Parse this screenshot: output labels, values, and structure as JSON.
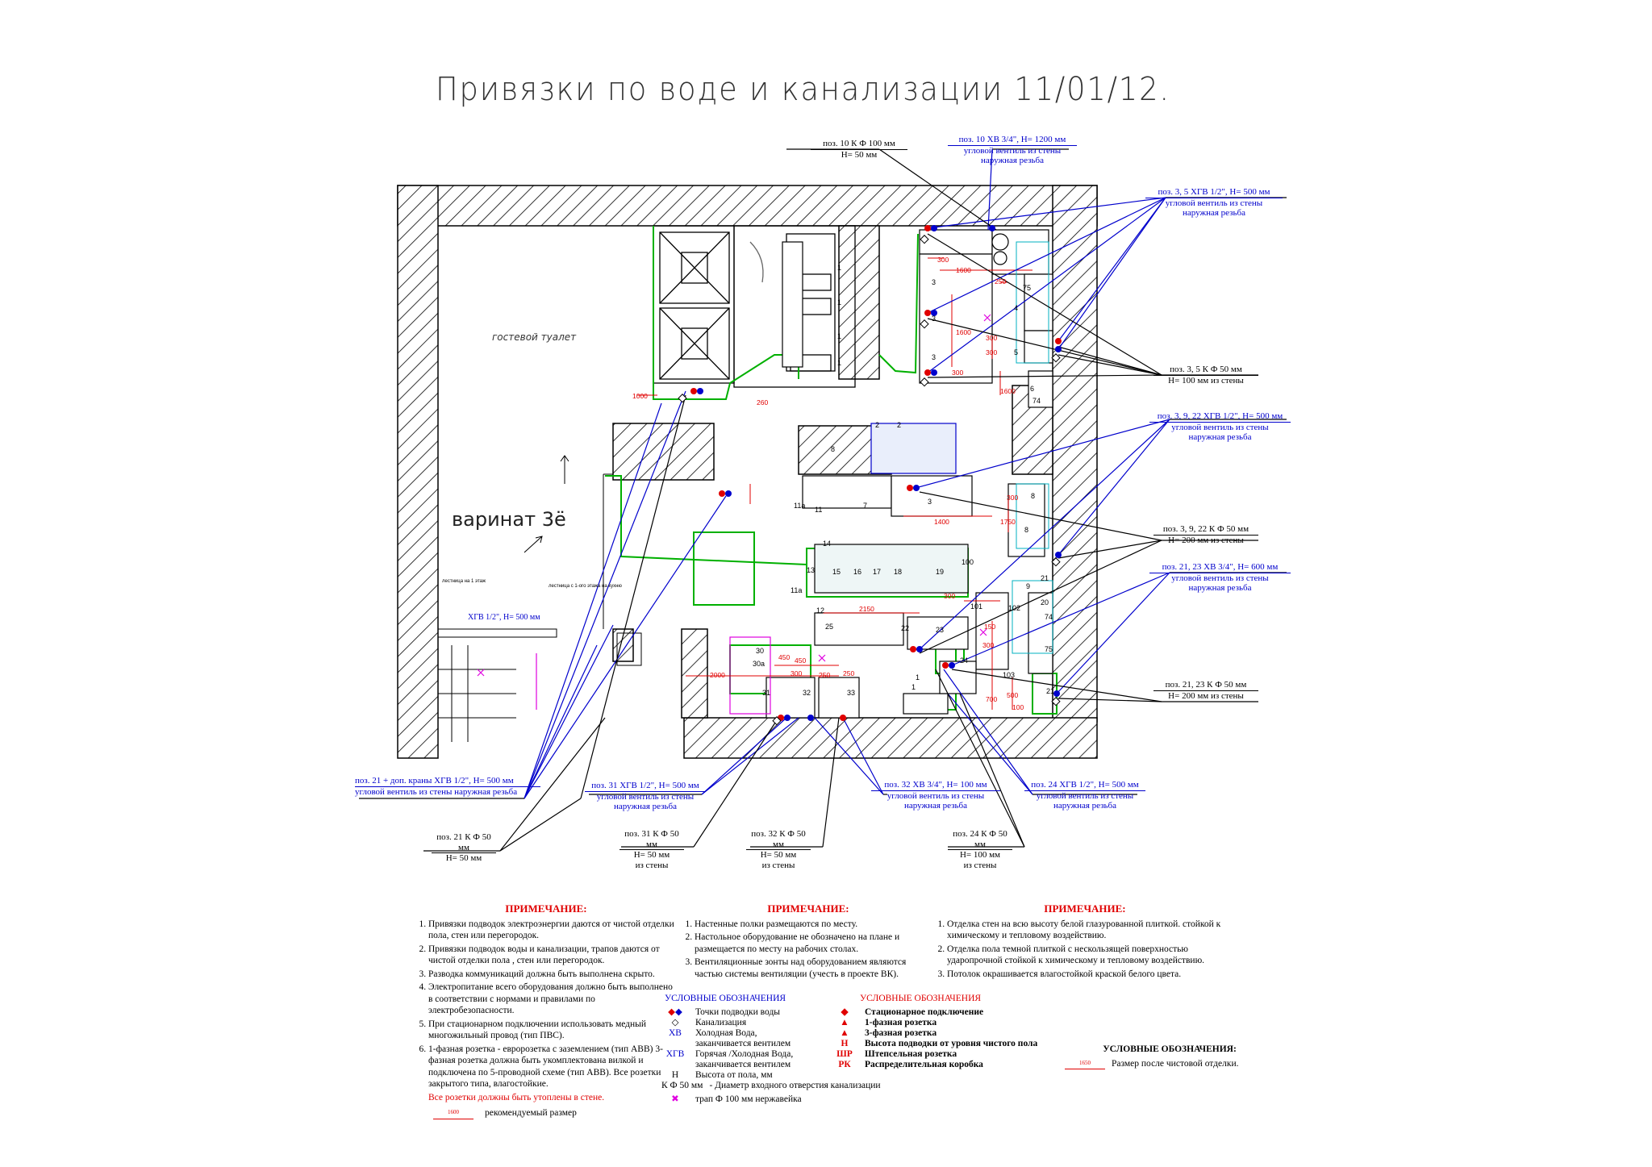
{
  "title": "Привязки по воде и канализации 11/01/12.",
  "rooms": {
    "guest_toilet": "гостевой туалет",
    "variant": "варинат 3ё",
    "stair_note_1": "лестница на 1 этаж",
    "stair_note_2": "лестница с 1-ого этажа на кухню",
    "hgv_wall": "ХГВ 1/2\", Н= 500 мм"
  },
  "callouts": {
    "c1": [
      "поз. 10 К Ф 100 мм",
      "Н= 50 мм"
    ],
    "c2": [
      "поз. 10 ХВ 3/4\", Н= 1200 мм",
      "угловой вентиль из стены",
      "наружная резьба"
    ],
    "c3": [
      "поз. 3, 5 ХГВ 1/2\", Н= 500 мм",
      "угловой вентиль из стены",
      "наружная резьба"
    ],
    "c4": [
      "поз. 3, 5 К Ф 50 мм",
      "Н= 100 мм из стены"
    ],
    "c5": [
      "поз. 3, 9, 22 ХГВ 1/2\", Н= 500 мм",
      "угловой вентиль из стены",
      "наружная резьба"
    ],
    "c6": [
      "поз. 3, 9, 22 К Ф 50 мм",
      "Н= 200 мм из стены"
    ],
    "c7": [
      "поз. 21, 23 ХВ 3/4\", Н= 600 мм",
      "угловой вентиль из стены",
      "наружная резьба"
    ],
    "c8": [
      "поз. 21, 23 К Ф 50 мм",
      "Н= 200 мм из стены"
    ],
    "c9": [
      "поз. 21 + доп. краны ХГВ 1/2\", Н= 500 мм",
      "угловой вентиль из стены наружная резьба"
    ],
    "c10": [
      "поз. 21 К Ф 50 мм",
      "Н= 50 мм"
    ],
    "c11": [
      "поз. 31 ХГВ 1/2\", Н= 500 мм",
      "угловой вентиль из стены",
      "наружная резьба"
    ],
    "c12": [
      "поз. 31 К Ф 50 мм",
      "Н= 50 мм",
      "из стены"
    ],
    "c13": [
      "поз. 32 К Ф 50 мм",
      "Н= 50 мм",
      "из стены"
    ],
    "c14": [
      "поз. 32 ХВ 3/4\", Н= 100 мм",
      "угловой вентиль из стены",
      "наружная резьба"
    ],
    "c15": [
      "поз. 24 ХГВ 1/2\", Н= 500 мм",
      "угловой вентиль из стены",
      "наружная резьба"
    ],
    "c16": [
      "поз. 24 К Ф 50 мм",
      "Н= 100 мм",
      "из стены"
    ]
  },
  "equipment_labels": [
    "1",
    "1",
    "1",
    "1",
    "3",
    "3",
    "3",
    "4",
    "75",
    "5",
    "6",
    "74",
    "2",
    "2",
    "8",
    "7",
    "3",
    "11",
    "11а",
    "14",
    "13",
    "15",
    "16",
    "17",
    "18",
    "19",
    "100",
    "11а",
    "12",
    "25",
    "22",
    "23",
    "24",
    "1",
    "101",
    "102",
    "20",
    "74",
    "9",
    "75",
    "103",
    "21",
    "30",
    "30а",
    "31",
    "32",
    "33",
    "1",
    "8",
    "8",
    "21"
  ],
  "dimensions": [
    "300",
    "1600",
    "250",
    "1600",
    "300",
    "300",
    "300",
    "1600",
    "1400",
    "2150",
    "300",
    "450",
    "450",
    "300",
    "250",
    "250",
    "2000",
    "150",
    "300",
    "700",
    "500",
    "100",
    "1750",
    "260",
    "1000",
    "300"
  ],
  "notes": [
    {
      "heading": "ПРИМЕЧАНИЕ:",
      "items": [
        "Привязки подводок электроэнергии даются от чистой отделки пола, стен или перегородок.",
        "Привязки подводок воды и канализации, трапов даются от чистой отделки пола , стен или перегородок.",
        "Разводка коммуникаций должна быть выполнена скрыто.",
        "Электропитание всего оборудования должно быть выполнено в соответствии с нормами и правилами по электробезопасности.",
        "При стационарном подключении использовать медный многожильный провод (тип ПВС).",
        "1-фазная розетка - евророзетка с заземлением (тип АВВ) 3-фазная розетка должна быть укомплектована вилкой и подключена по 5-проводной схеме (тип АВВ). Все розетки закрытого типа, влагостойкие."
      ],
      "red_line": "Все розетки должны быть утоплены в стене.",
      "rec_dim": "1600",
      "rec_text": "рекомендуемый размер"
    },
    {
      "heading": "ПРИМЕЧАНИЕ:",
      "items": [
        "Настенные полки размещаются по месту.",
        "Настольное оборудование не обозначено на плане и размещается по месту на рабочих столах.",
        "Вентиляционные зонты над оборудованием являются частью системы вентиляции (учесть в проекте ВК)."
      ]
    },
    {
      "heading": "ПРИМЕЧАНИЕ:",
      "items": [
        "Отделка стен на всю высоту белой глазурованной плиткой. стойкой к химическому и тепловому воздействию.",
        "Отделка пола темной плиткой с нескользящей поверхностью ударопрочной стойкой к химическому и тепловому воздействию.",
        "Потолок окрашивается влагостойкой краской белого цвета."
      ]
    }
  ],
  "legend_water": {
    "heading": "УСЛОВНЫЕ ОБОЗНАЧЕНИЯ",
    "rows": [
      {
        "key": "",
        "text": "Точки подводки воды"
      },
      {
        "key": "",
        "text": "Канализация"
      },
      {
        "key": "ХВ",
        "text": "Холодная Вода, заканчивается вентилем"
      },
      {
        "key": "ХГВ",
        "text": "Горячая /Холодная Вода, заканчивается вентилем"
      },
      {
        "key": "Н",
        "text": "Высота от пола, мм"
      },
      {
        "key": "К Ф 50 мм",
        "text": "-  Диаметр входного отверстия канализации"
      },
      {
        "key": "",
        "text": "трап Ф 100 мм нержавейка"
      }
    ]
  },
  "legend_elec": {
    "heading": "УСЛОВНЫЕ ОБОЗНАЧЕНИЯ",
    "rows": [
      {
        "key": "",
        "text": "Стационарное подключение"
      },
      {
        "key": "",
        "text": "1-фазная розетка"
      },
      {
        "key": "",
        "text": "3-фазная розетка"
      },
      {
        "key": "Н",
        "text": "Высота подводки от уровня чистого пола"
      },
      {
        "key": "ШР",
        "text": "Штепсельная  розетка"
      },
      {
        "key": "РК",
        "text": "Распределительная коробка"
      }
    ]
  },
  "legend_dim": {
    "heading": "УСЛОВНЫЕ ОБОЗНАЧЕНИЯ:",
    "dim": "1650",
    "text": "Размер после чистовой отделки."
  },
  "colors": {
    "wall_hatch": "#000000",
    "water_lines": "#0000cc",
    "green_outline": "#00b000",
    "red_dims": "#e00000",
    "magenta": "#e000e0"
  }
}
